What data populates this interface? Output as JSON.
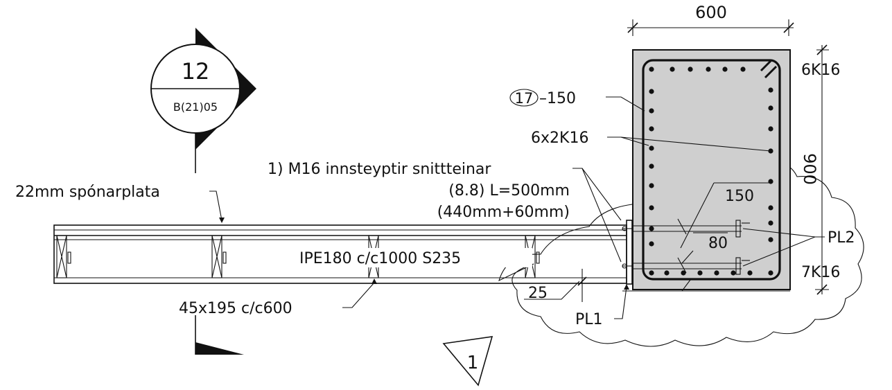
{
  "section_marker": {
    "number": "12",
    "sheet": "B(21)05"
  },
  "column": {
    "width_dim": "600",
    "height_dim": "900",
    "top_rebar": "6K16",
    "bottom_rebar": "7K16",
    "side_rebar": "6x2K16",
    "stirrup_mark": "17",
    "stirrup_spacing": "–150"
  },
  "labels": {
    "bolts_1": "1)  M16  innsteyptir  snittteinar",
    "bolts_2": "(8.8)  L=500mm",
    "bolts_3": "(440mm+60mm)",
    "board": "22mm  spónarplata",
    "beam": "IPE180  c/c1000  S235",
    "joist": "45x195  c/c600",
    "dim_150": "150",
    "dim_80": "80",
    "dim_25": "25",
    "pl1": "PL1",
    "pl2": "PL2",
    "revision": "1"
  }
}
